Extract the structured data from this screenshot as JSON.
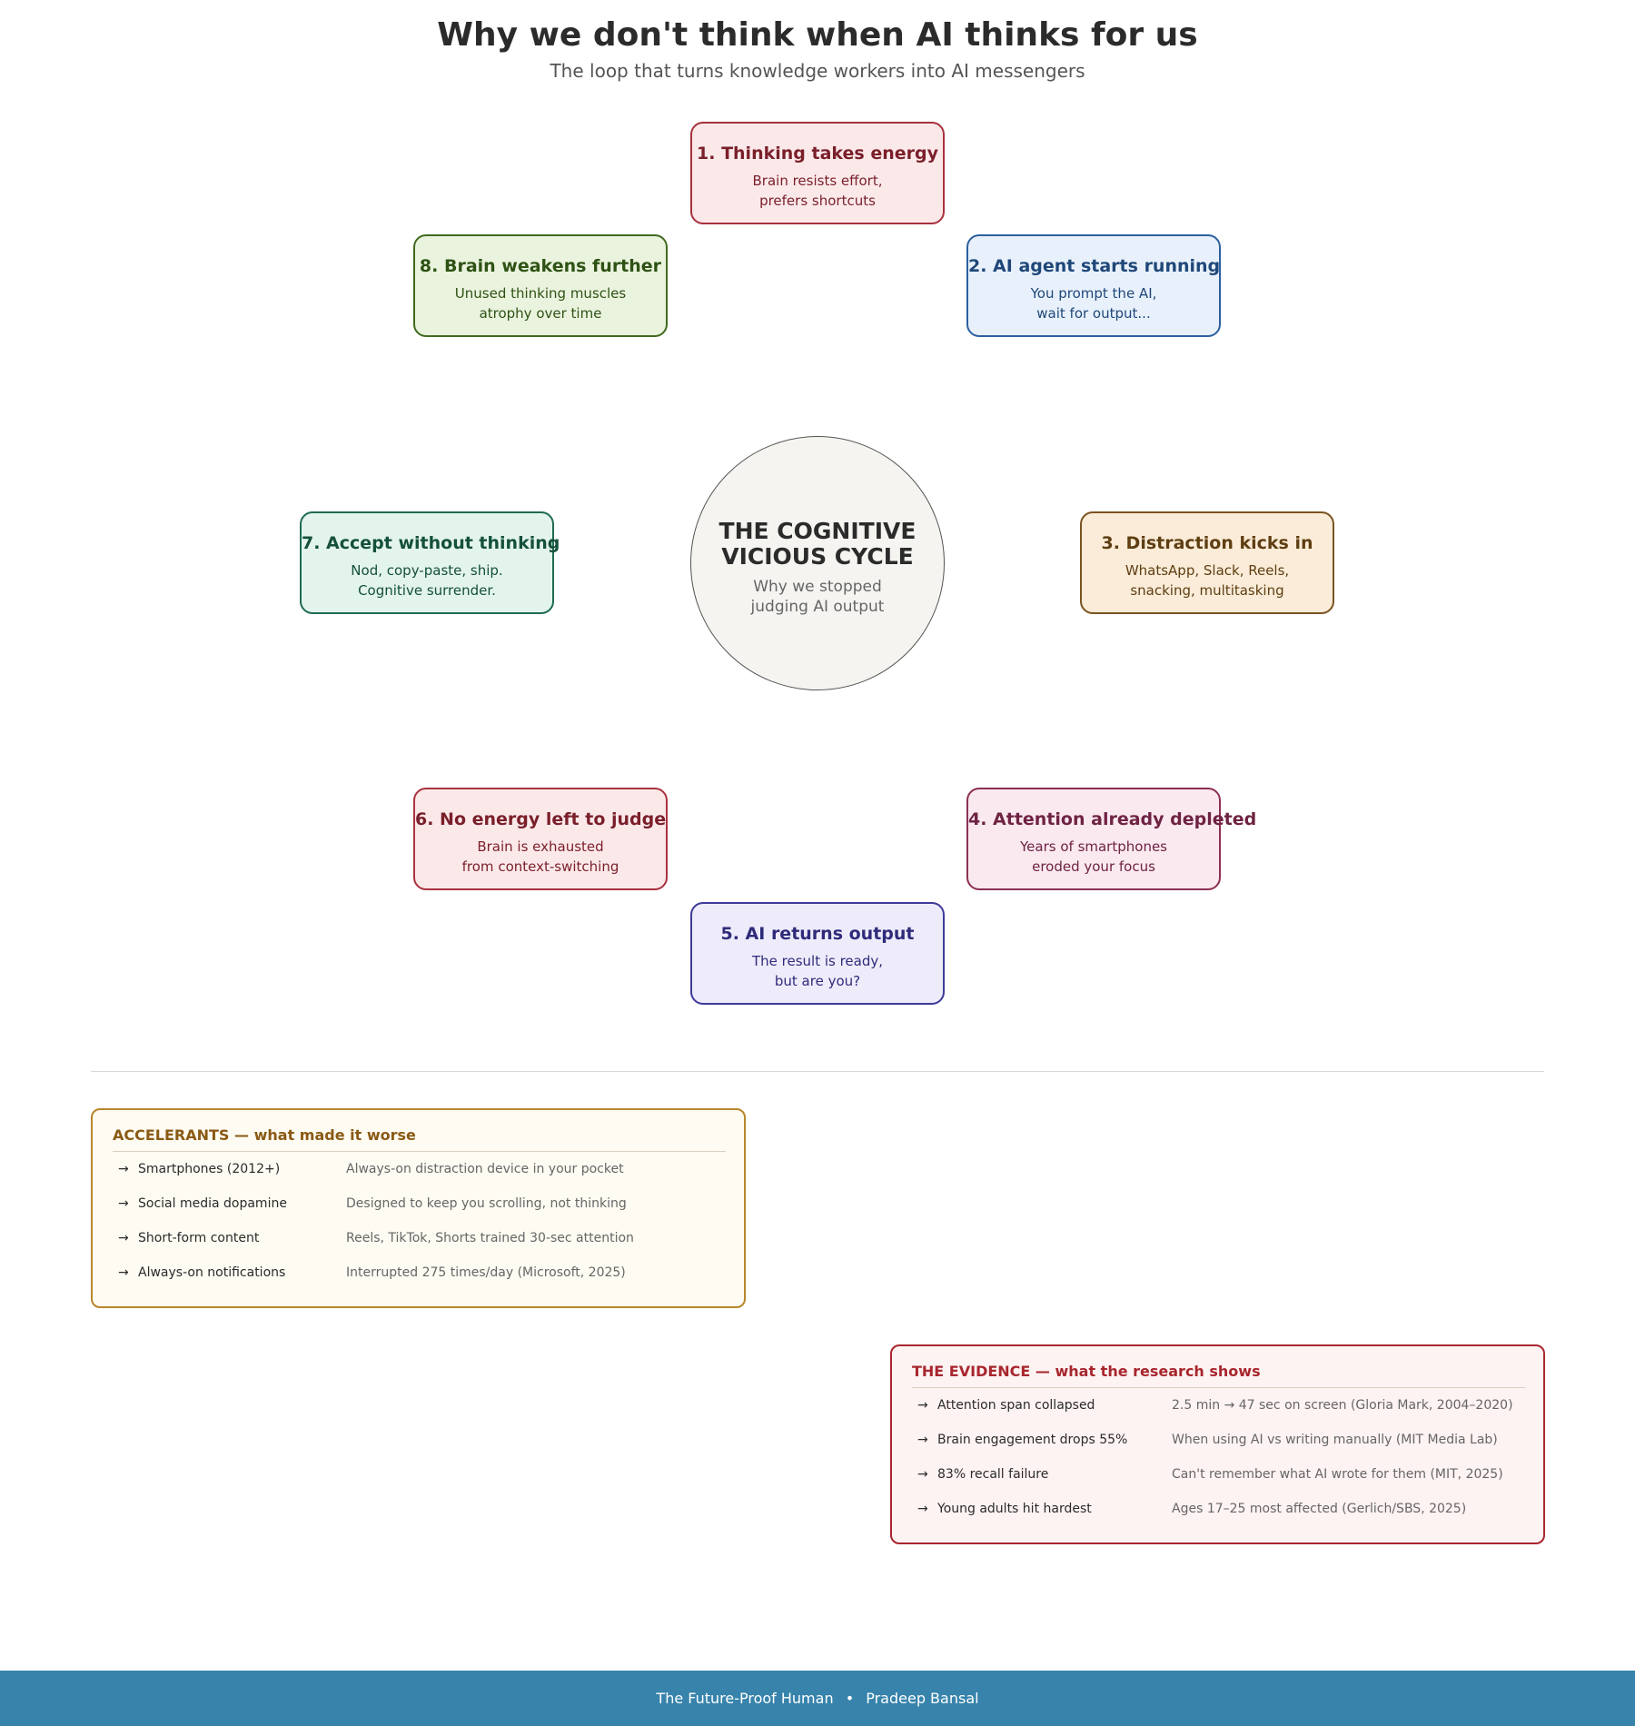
{
  "header": {
    "title": "Why we don't think when AI thinks for us",
    "subtitle": "The loop that turns knowledge workers into AI messengers"
  },
  "center": {
    "title_line1": "THE COGNITIVE",
    "title_line2": "VICIOUS CYCLE",
    "sub_line1": "Why we stopped",
    "sub_line2": "judging AI output"
  },
  "cycle": [
    {
      "title": "1. Thinking takes energy",
      "desc1": "Brain resists effort,",
      "desc2": "prefers shortcuts",
      "border": "#a8323e",
      "fill": "#fbe9ea",
      "text": "#7a1f2a"
    },
    {
      "title": "2. AI agent starts running",
      "desc1": "You prompt the AI,",
      "desc2": "wait for output...",
      "border": "#2c5f9e",
      "fill": "#e8f1fb",
      "text": "#1f4779"
    },
    {
      "title": "3. Distraction kicks in",
      "desc1": "WhatsApp, Slack, Reels,",
      "desc2": "snacking, multitasking",
      "border": "#7a5322",
      "fill": "#faecd8",
      "text": "#5e3e12"
    },
    {
      "title": "4. Attention already depleted",
      "desc1": "Years of smartphones",
      "desc2": "eroded your focus",
      "border": "#8c3054",
      "fill": "#fbe9f0",
      "text": "#6e2342"
    },
    {
      "title": "5. AI returns output",
      "desc1": "The result is ready,",
      "desc2": "but are you?",
      "border": "#3f3a99",
      "fill": "#eeecfb",
      "text": "#2f2b7a"
    },
    {
      "title": "6. No energy left to judge",
      "desc1": "Brain is exhausted",
      "desc2": "from context-switching",
      "border": "#a8323e",
      "fill": "#fbe9ea",
      "text": "#7a1f2a"
    },
    {
      "title": "7. Accept without thinking",
      "desc1": "Nod, copy-paste, ship.",
      "desc2": "Cognitive surrender.",
      "border": "#1f6b52",
      "fill": "#e3f4ec",
      "text": "#14503b"
    },
    {
      "title": "8. Brain weakens further",
      "desc1": "Unused thinking muscles",
      "desc2": "atrophy over time",
      "border": "#3f6a1f",
      "fill": "#eaf3de",
      "text": "#2e5214"
    }
  ],
  "accelerants": {
    "title": "ACCELERANTS — what made it worse",
    "color": "#8a5a14",
    "rows": [
      {
        "label": "Smartphones (2012+)",
        "detail": "Always-on distraction device in your pocket"
      },
      {
        "label": "Social media dopamine",
        "detail": "Designed to keep you scrolling, not thinking"
      },
      {
        "label": "Short-form content",
        "detail": "Reels, TikTok, Shorts trained 30-sec attention"
      },
      {
        "label": "Always-on notifications",
        "detail": "Interrupted 275 times/day (Microsoft, 2025)"
      }
    ]
  },
  "evidence": {
    "title": "THE EVIDENCE — what the research shows",
    "color": "#a8262e",
    "rows": [
      {
        "label": "Attention span collapsed",
        "detail": "2.5 min → 47 sec on screen (Gloria Mark, 2004–2020)"
      },
      {
        "label": "Brain engagement drops 55%",
        "detail": "When using AI vs writing manually (MIT Media Lab)"
      },
      {
        "label": "83% recall failure",
        "detail": "Can't remember what AI wrote for them (MIT, 2025)"
      },
      {
        "label": "Young adults hit hardest",
        "detail": "Ages 17–25 most affected (Gerlich/SBS, 2025)"
      }
    ]
  },
  "arrow_glyph": "→",
  "footer": {
    "publication": "The Future-Proof Human",
    "separator": "•",
    "author": "Pradeep Bansal"
  }
}
